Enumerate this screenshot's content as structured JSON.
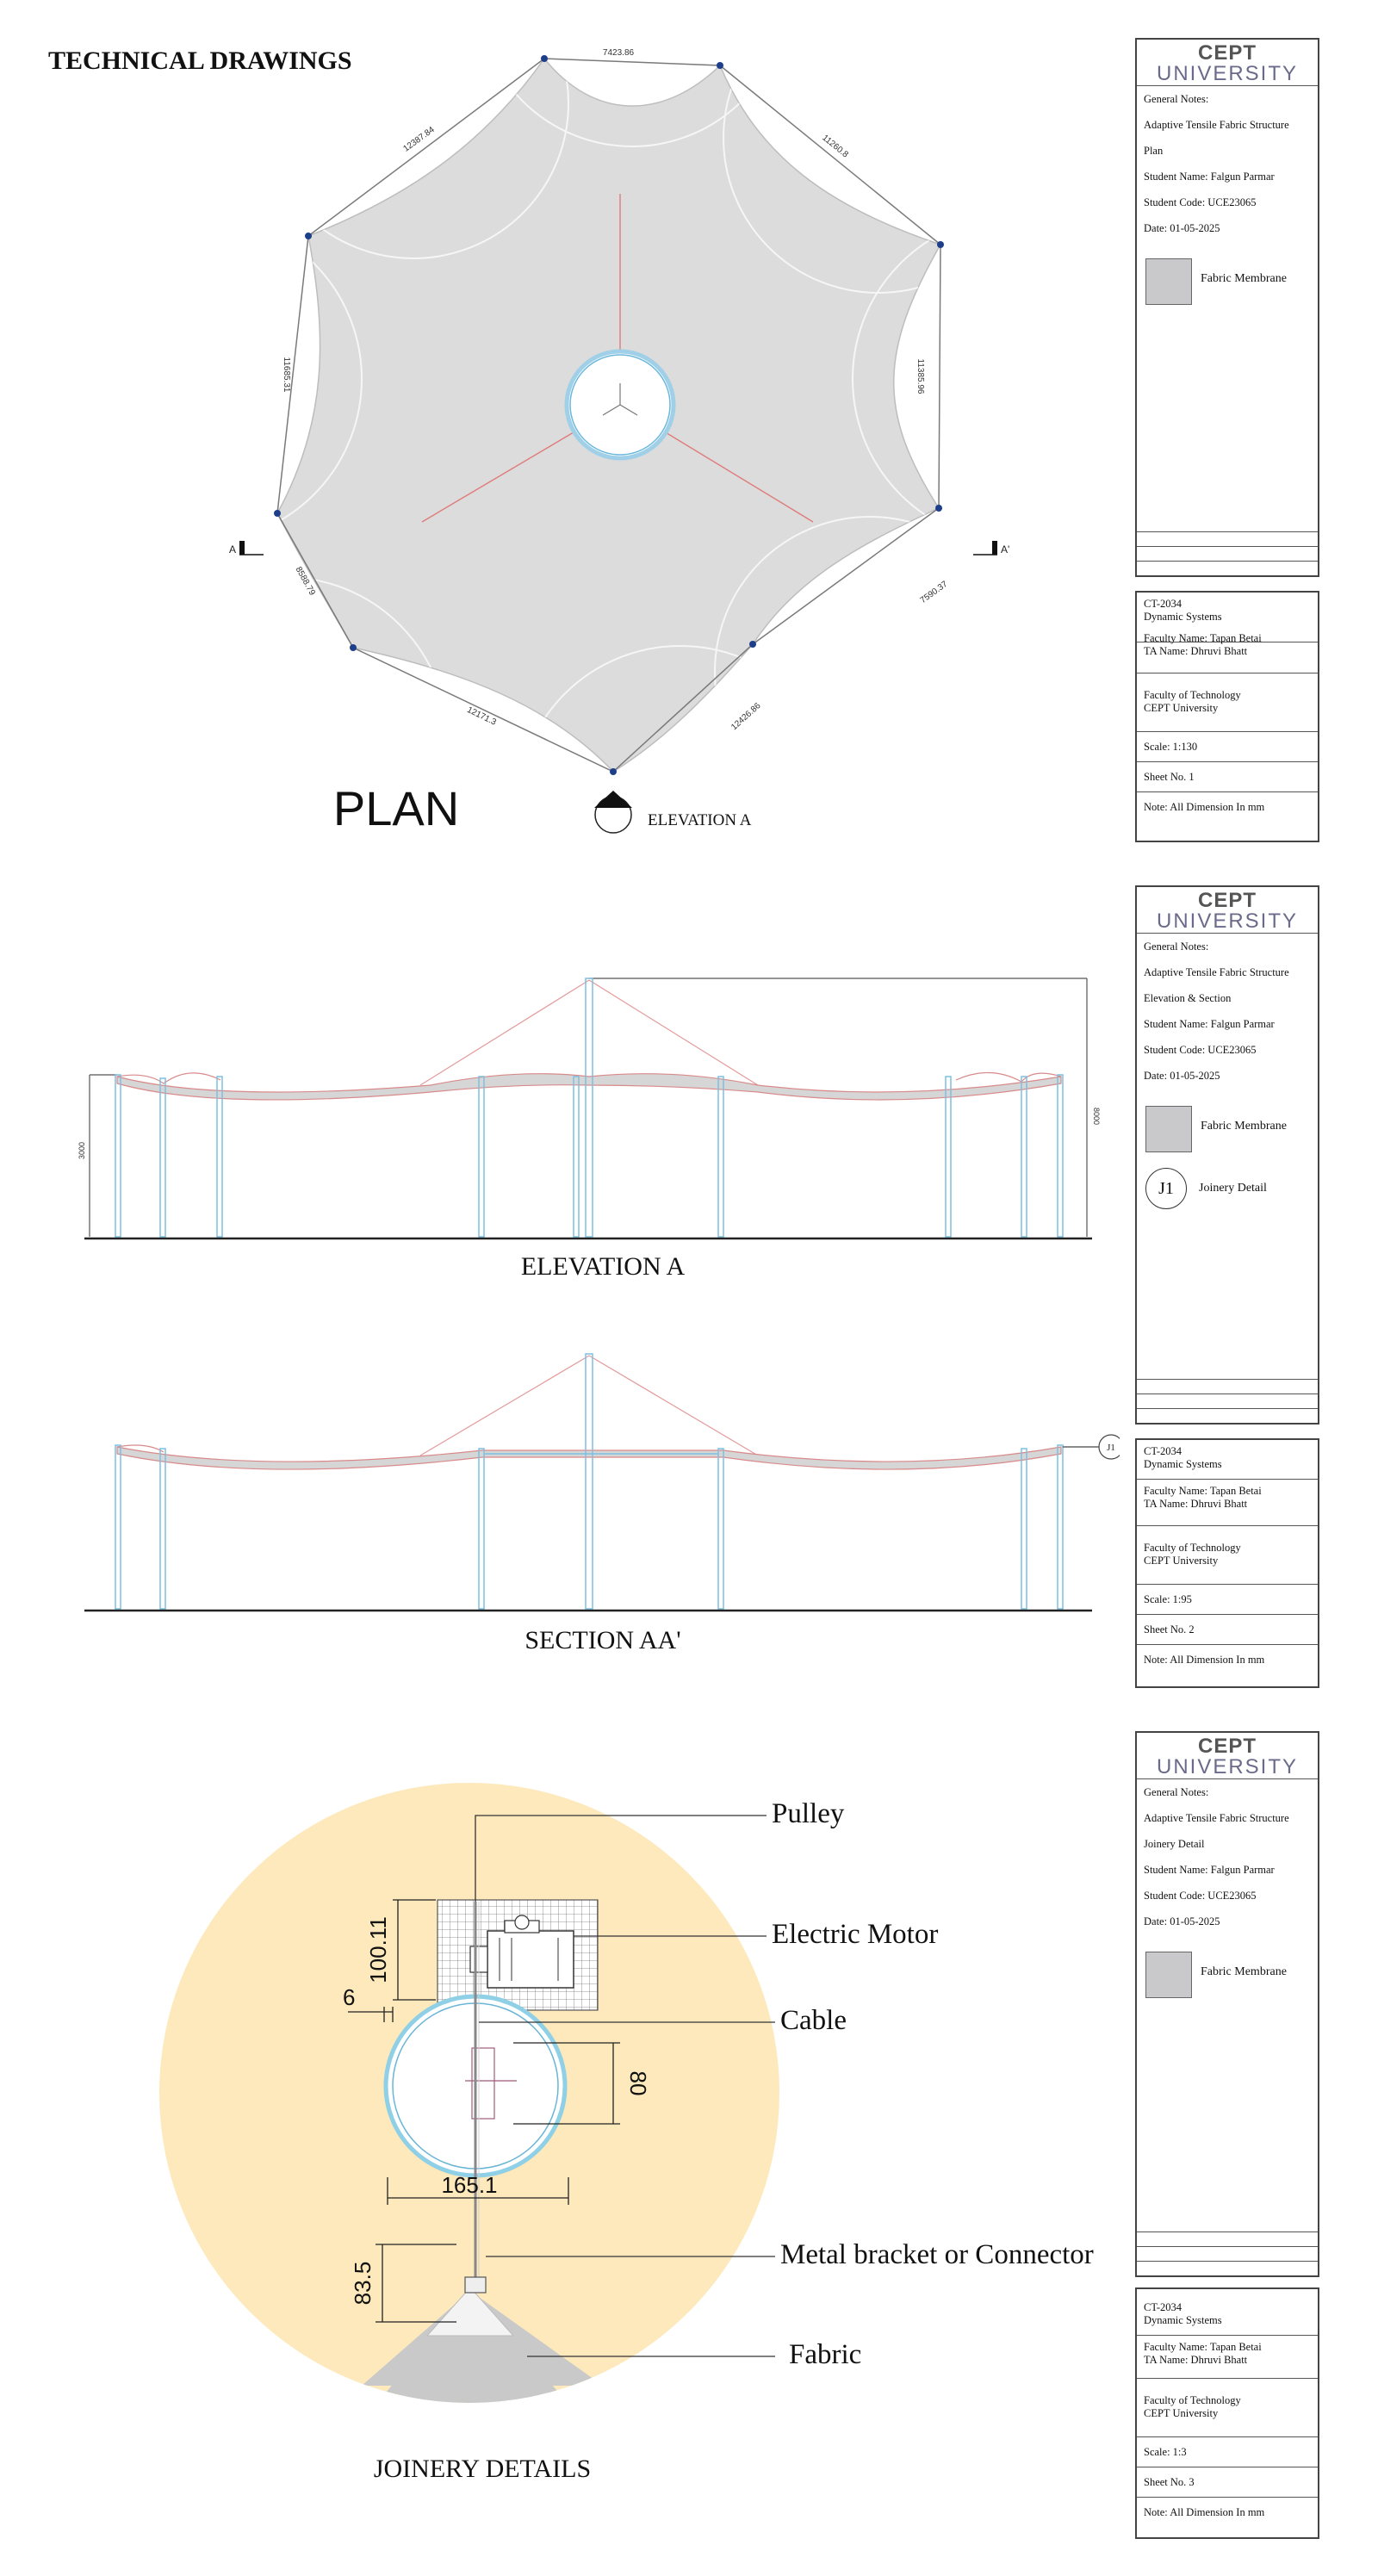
{
  "page_title": "TECHNICAL DRAWINGS",
  "plan": {
    "caption": "PLAN",
    "elevation_marker": "ELEVATION A",
    "section_left": "A",
    "section_right": "A'",
    "dims": [
      "7423.86",
      "11260.8",
      "11385.96",
      "7590.37",
      "12426.86",
      "12171.3",
      "8588.79",
      "11685.31",
      "12387.84"
    ]
  },
  "elevation": {
    "caption": "ELEVATION A",
    "dim_left": "3000",
    "dim_right": "8000"
  },
  "section": {
    "caption": "SECTION AA'",
    "joint_tag": "J1"
  },
  "joinery": {
    "caption": "JOINERY DETAILS",
    "labels": {
      "pulley": "Pulley",
      "motor": "Electric Motor",
      "cable": "Cable",
      "bracket": "Metal bracket or Connector",
      "fabric": "Fabric"
    },
    "dims": {
      "motor_height": "100.11",
      "gap": "6",
      "pulley_height": "80",
      "pulley_width": "165.1",
      "bracket_height": "83.5"
    }
  },
  "sheets": [
    {
      "logo_top": "CEPT",
      "logo_bottom": "UNIVERSITY",
      "general_notes": "General Notes:",
      "project": "Adaptive Tensile Fabric Structure",
      "drawing": "Plan",
      "student_name": "Student Name: Falgun Parmar",
      "student_code": "Student Code: UCE23065",
      "date": "Date: 01-05-2025",
      "legend": "Fabric Membrane",
      "course_code": "CT-2034",
      "course_name": "Dynamic Systems",
      "faculty": "Faculty Name: Tapan Betai",
      "ta": "TA Name: Dhruvi Bhatt",
      "dept": "Faculty of Technology",
      "uni": "CEPT University",
      "scale": "Scale: 1:130",
      "sheet_no": "Sheet No. 1",
      "note": "Note: All Dimension In mm"
    },
    {
      "logo_top": "CEPT",
      "logo_bottom": "UNIVERSITY",
      "general_notes": "General Notes:",
      "project": "Adaptive Tensile Fabric Structure",
      "drawing": "Elevation & Section",
      "student_name": "Student Name: Falgun Parmar",
      "student_code": "Student Code: UCE23065",
      "date": "Date: 01-05-2025",
      "legend": "Fabric Membrane",
      "joint_symbol": "J1",
      "joint_legend": "Joinery Detail",
      "course_code": "CT-2034",
      "course_name": "Dynamic Systems",
      "faculty": "Faculty Name: Tapan Betai",
      "ta": "TA Name: Dhruvi Bhatt",
      "dept": "Faculty of Technology",
      "uni": "CEPT University",
      "scale": "Scale: 1:95",
      "sheet_no": "Sheet No. 2",
      "note": "Note: All Dimension In mm"
    },
    {
      "logo_top": "CEPT",
      "logo_bottom": "UNIVERSITY",
      "general_notes": "General Notes:",
      "project": "Adaptive Tensile Fabric Structure",
      "drawing": "Joinery Detail",
      "student_name": "Student Name: Falgun Parmar",
      "student_code": "Student Code: UCE23065",
      "date": "Date: 01-05-2025",
      "legend": "Fabric Membrane",
      "course_code": "CT-2034",
      "course_name": "Dynamic Systems",
      "faculty": "Faculty Name: Tapan Betai",
      "ta": "TA Name: Dhruvi Bhatt",
      "dept": "Faculty of Technology",
      "uni": "CEPT University",
      "scale": "Scale: 1:3",
      "sheet_no": "Sheet No. 3",
      "note": "Note: All Dimension In mm"
    }
  ]
}
